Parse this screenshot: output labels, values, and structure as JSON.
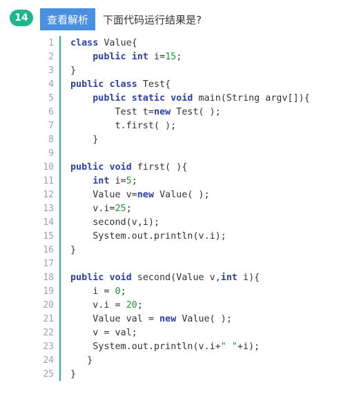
{
  "question": {
    "number": "14",
    "analysis_button": "查看解析",
    "prompt": "下面代码运行结果是?"
  },
  "code": {
    "language": "java",
    "lines": [
      "class Value{",
      "    public int i=15;",
      "}",
      "public class Test{",
      "    public static void main(String argv[]){",
      "        Test t=new Test( );",
      "        t.first( );",
      "    }",
      "",
      "public void first( ){",
      "    int i=5;",
      "    Value v=new Value( );",
      "    v.i=25;",
      "    second(v,i);",
      "    System.out.println(v.i);",
      "}",
      "",
      "public void second(Value v,int i){",
      "    i = 0;",
      "    v.i = 20;",
      "    Value val = new Value( );",
      "    v = val;",
      "    System.out.println(v.i+\" \"+i);",
      "   }",
      "}"
    ]
  },
  "colors": {
    "accent": "#1fb58f",
    "button": "#4a8fe0",
    "keyword": "#2b3fa8",
    "number": "#1a9a3a"
  }
}
